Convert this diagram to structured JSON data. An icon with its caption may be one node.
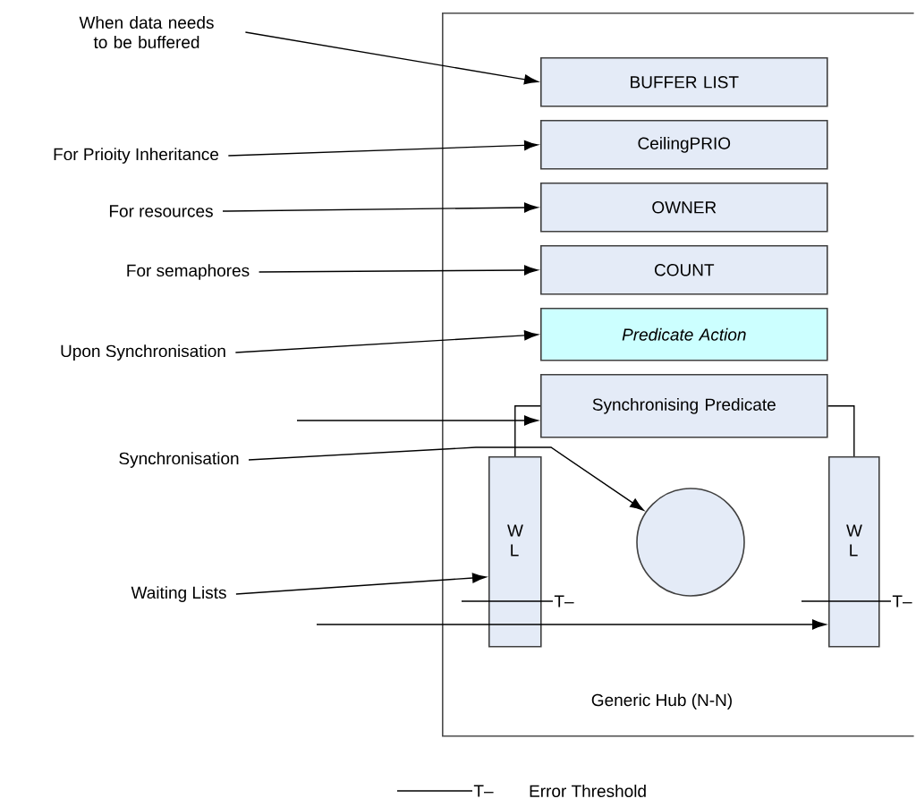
{
  "diagram": {
    "nodes": [
      {
        "text": [
          "Generic Hub (N-N)"
        ]
      },
      {
        "text": [
          "BUFFER LIST"
        ],
        "in": 0
      },
      {
        "text": [
          "CeilingPRIO"
        ],
        "in": 0
      },
      {
        "text": [
          "OWNER"
        ],
        "in": 0
      },
      {
        "text": [
          "COUNT"
        ],
        "in": 0
      },
      {
        "text": [
          "Predicate Action"
        ],
        "in": 0
      },
      {
        "text": [
          "Synchronising Predicate"
        ],
        "in": 0
      },
      {
        "text": [
          "W L"
        ],
        "in": 0,
        "beside": [
          "T–"
        ]
      },
      {
        "text": [
          "W L"
        ],
        "in": 0,
        "beside": [
          "T–"
        ]
      },
      {
        "text": [],
        "shape": "circle",
        "in": 0
      },
      {
        "text": [
          "When data needs to be buffered"
        ]
      },
      {
        "text": [
          "For Prioity Inheritance"
        ]
      },
      {
        "text": [
          "For resources"
        ]
      },
      {
        "text": [
          "For semaphores"
        ]
      },
      {
        "text": [
          "Upon Synchronisation"
        ]
      },
      {
        "text": [
          "Synchronisation"
        ]
      },
      {
        "text": [
          "Waiting Lists"
        ]
      }
    ],
    "edges": [
      {
        "from": 10,
        "to": 1,
        "arrow": "to"
      },
      {
        "from": 11,
        "to": 2,
        "arrow": "to"
      },
      {
        "from": 12,
        "to": 3,
        "arrow": "to"
      },
      {
        "from": 13,
        "to": 4,
        "arrow": "to"
      },
      {
        "from": 14,
        "to": 5,
        "arrow": "to"
      },
      {
        "from": null,
        "to": 6,
        "arrow": "to"
      },
      {
        "from": 15,
        "to": 9,
        "arrow": "to"
      },
      {
        "from": 16,
        "to": 7,
        "arrow": "to"
      },
      {
        "from": null,
        "to": 8,
        "arrow": "to"
      },
      {
        "from": 6,
        "to": 7,
        "arrow": "none"
      },
      {
        "from": 6,
        "to": 8,
        "arrow": "none"
      }
    ],
    "labels": [
      "T–"
    ],
    "legend": [
      {
        "text": "Error Threshold"
      }
    ]
  }
}
